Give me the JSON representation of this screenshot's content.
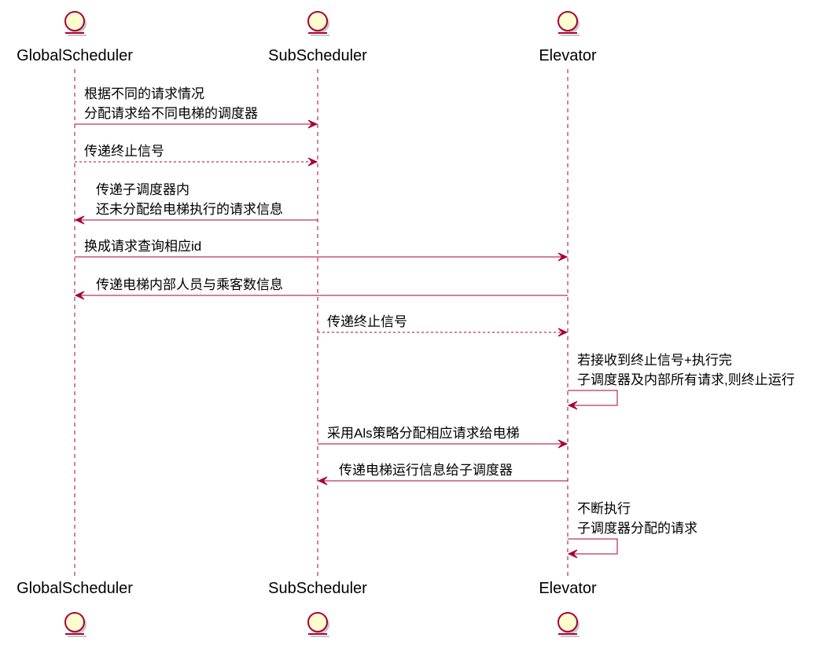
{
  "participants": [
    {
      "name": "GlobalScheduler",
      "icon": "entity-icon"
    },
    {
      "name": "SubScheduler",
      "icon": "entity-icon"
    },
    {
      "name": "Elevator",
      "icon": "entity-icon"
    }
  ],
  "messages": [
    {
      "from": "GlobalScheduler",
      "to": "SubScheduler",
      "dashed": false,
      "lines": [
        "根据不同的请求情况",
        "分配请求给不同电梯的调度器"
      ]
    },
    {
      "from": "GlobalScheduler",
      "to": "SubScheduler",
      "dashed": true,
      "lines": [
        "传递终止信号"
      ]
    },
    {
      "from": "SubScheduler",
      "to": "GlobalScheduler",
      "dashed": false,
      "lines": [
        "传递子调度器内",
        "还未分配给电梯执行的请求信息"
      ]
    },
    {
      "from": "GlobalScheduler",
      "to": "Elevator",
      "dashed": false,
      "lines": [
        "换成请求查询相应id"
      ]
    },
    {
      "from": "Elevator",
      "to": "GlobalScheduler",
      "dashed": false,
      "lines": [
        "传递电梯内部人员与乘客数信息"
      ]
    },
    {
      "from": "SubScheduler",
      "to": "Elevator",
      "dashed": true,
      "lines": [
        "传递终止信号"
      ]
    },
    {
      "from": "Elevator",
      "to": "Elevator",
      "dashed": false,
      "lines": [
        "若接收到终止信号+执行完",
        "子调度器及内部所有请求,则终止运行"
      ]
    },
    {
      "from": "SubScheduler",
      "to": "Elevator",
      "dashed": false,
      "lines": [
        "采用Als策略分配相应请求给电梯"
      ]
    },
    {
      "from": "Elevator",
      "to": "SubScheduler",
      "dashed": false,
      "lines": [
        "传递电梯运行信息给子调度器"
      ]
    },
    {
      "from": "Elevator",
      "to": "Elevator",
      "dashed": false,
      "lines": [
        "不断执行",
        "子调度器分配的请求"
      ]
    }
  ],
  "colors": {
    "line": "#A80036",
    "entity_fill": "#FEFECE",
    "entity_stroke": "#A80036",
    "text": "#000000",
    "background": "#FFFFFF"
  }
}
